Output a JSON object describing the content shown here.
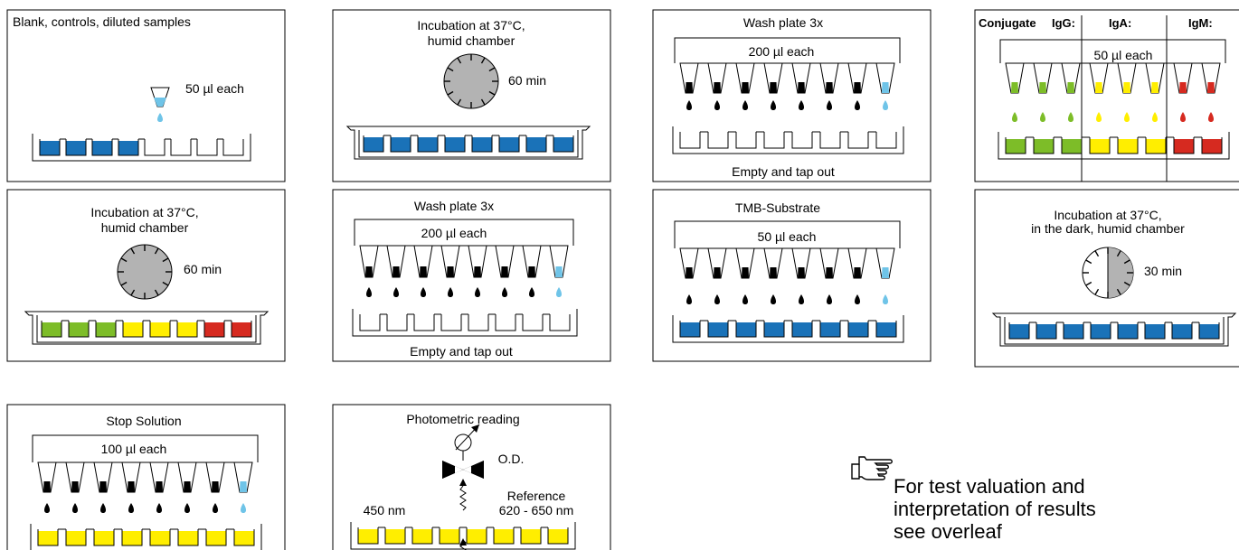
{
  "colors": {
    "blue_well": "#1a72b8",
    "liquid": "#6fc4e8",
    "green": "#7dbd28",
    "yellow": "#ffee00",
    "red": "#d62a20",
    "clock_gray": "#b3b3b3"
  },
  "icons": [
    "pipette-icon",
    "clock-icon",
    "pointing-hand-icon",
    "photometer-icon"
  ],
  "panels": {
    "p1": {
      "title": "Blank, controls, diluted samples",
      "volume": "50 µl each"
    },
    "p2": {
      "title_line1": "Incubation at 37°C,",
      "title_line2": "humid chamber",
      "time": "60 min"
    },
    "p3": {
      "title": "Wash plate 3x",
      "volume": "200 µl each",
      "footer": "Empty and tap out"
    },
    "p4": {
      "h_conjugate": "Conjugate",
      "h_igg": "IgG:",
      "h_iga": "IgA:",
      "h_igm": "IgM:",
      "volume": "50 µl each"
    },
    "p5": {
      "title_line1": "Incubation at 37°C,",
      "title_line2": "humid chamber",
      "time": "60 min"
    },
    "p6": {
      "title": "Wash plate 3x",
      "volume": "200 µl each",
      "footer": "Empty and tap out"
    },
    "p7": {
      "title": "TMB-Substrate",
      "volume": "50 µl each"
    },
    "p8": {
      "title_line1": "Incubation at 37°C,",
      "title_line2": "in the dark, humid chamber",
      "time": "30 min"
    },
    "p9": {
      "title": "Stop Solution",
      "volume": "100 µl each"
    },
    "p10": {
      "title": "Photometric reading",
      "od": "O.D.",
      "wavelength": "450 nm",
      "reference_line1": "Reference",
      "reference_line2": "620 - 650 nm"
    }
  },
  "note": {
    "line1": "For test valuation and",
    "line2": "interpretation of results",
    "line3": "see overleaf"
  }
}
